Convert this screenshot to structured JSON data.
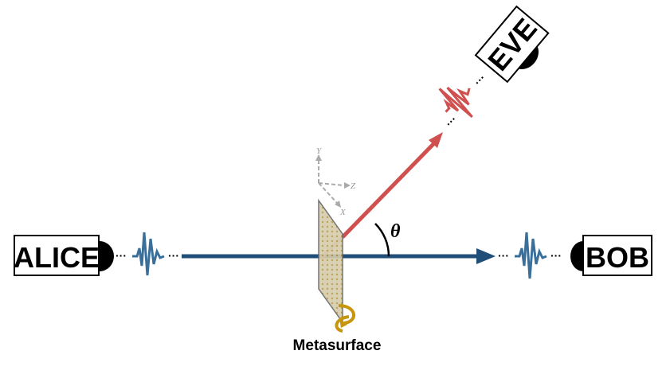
{
  "parties": {
    "alice": "ALICE",
    "bob": "BOB",
    "eve": "EVE"
  },
  "labels": {
    "metasurface": "Metasurface",
    "theta": "θ"
  },
  "axes": {
    "x": "X",
    "y": "Y",
    "z": "Z"
  },
  "colors": {
    "main_beam": "#1f4e79",
    "eve_beam": "#d0504f",
    "metasurface": "#cbbf9a",
    "rotate_arrow": "#c8960c"
  }
}
